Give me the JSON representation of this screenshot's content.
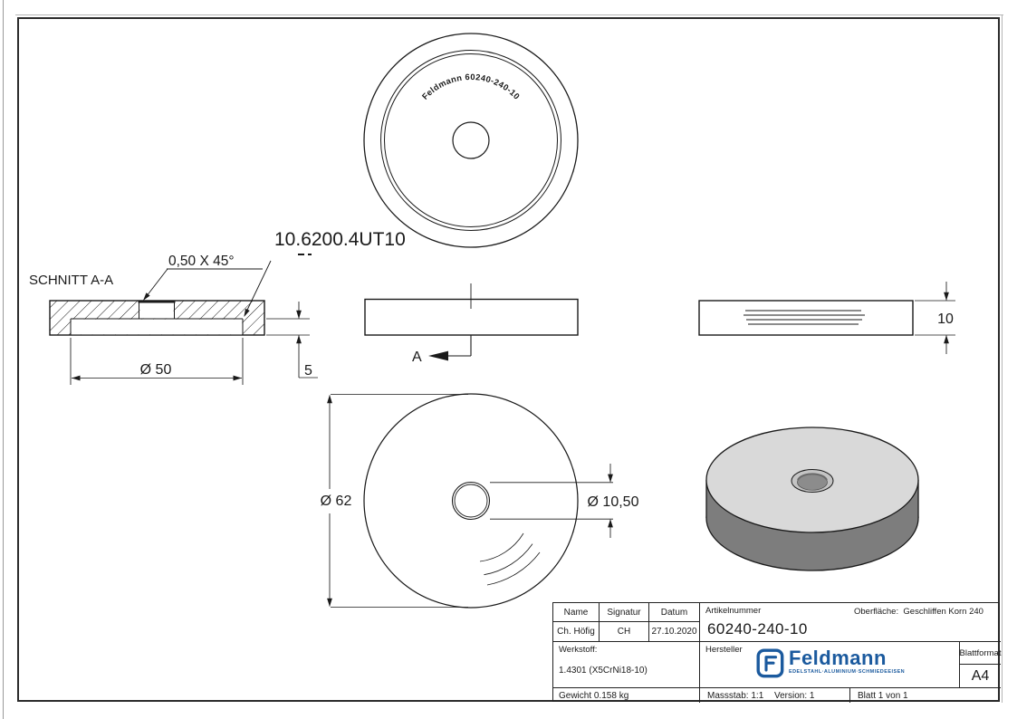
{
  "drawing": {
    "engraving_arc_text": "Feldmann 60240-240-10",
    "type_label": "10.6200.4UT10",
    "section_title": "SCHNITT A-A",
    "chamfer_note": "0,50 X 45°",
    "section_arrow_label": "A",
    "dim_recess_diameter": "Ø 50",
    "dim_recess_depth": "5",
    "dim_thickness": "10",
    "dim_outer_diameter": "Ø 62",
    "dim_hole_diameter": "Ø 10,50"
  },
  "title_block": {
    "col_name_header": "Name",
    "col_signature_header": "Signatur",
    "col_date_header": "Datum",
    "name": "Ch. Höfig",
    "signature": "CH",
    "date": "27.10.2020",
    "article_label": "Artikelnummer",
    "article_number": "60240-240-10",
    "surface_label": "Oberfläche:",
    "surface_value": "Geschliffen Korn 240",
    "material_label": "Werkstoff:",
    "material_value": "1.4301 (X5CrNi18-10)",
    "weight": "Gewicht 0.158 kg",
    "manufacturer_label": "Hersteller",
    "logo_text": "Feldmann",
    "logo_tagline": "EDELSTAHL·ALUMINIUM·SCHMIEDEEISEN",
    "sheet_format_label": "Blattformat",
    "sheet_format": "A4",
    "scale": "Massstab: 1:1",
    "version": "Version: 1",
    "sheet_number": "Blatt 1 von 1",
    "brand_color": "#1b5a9e"
  }
}
